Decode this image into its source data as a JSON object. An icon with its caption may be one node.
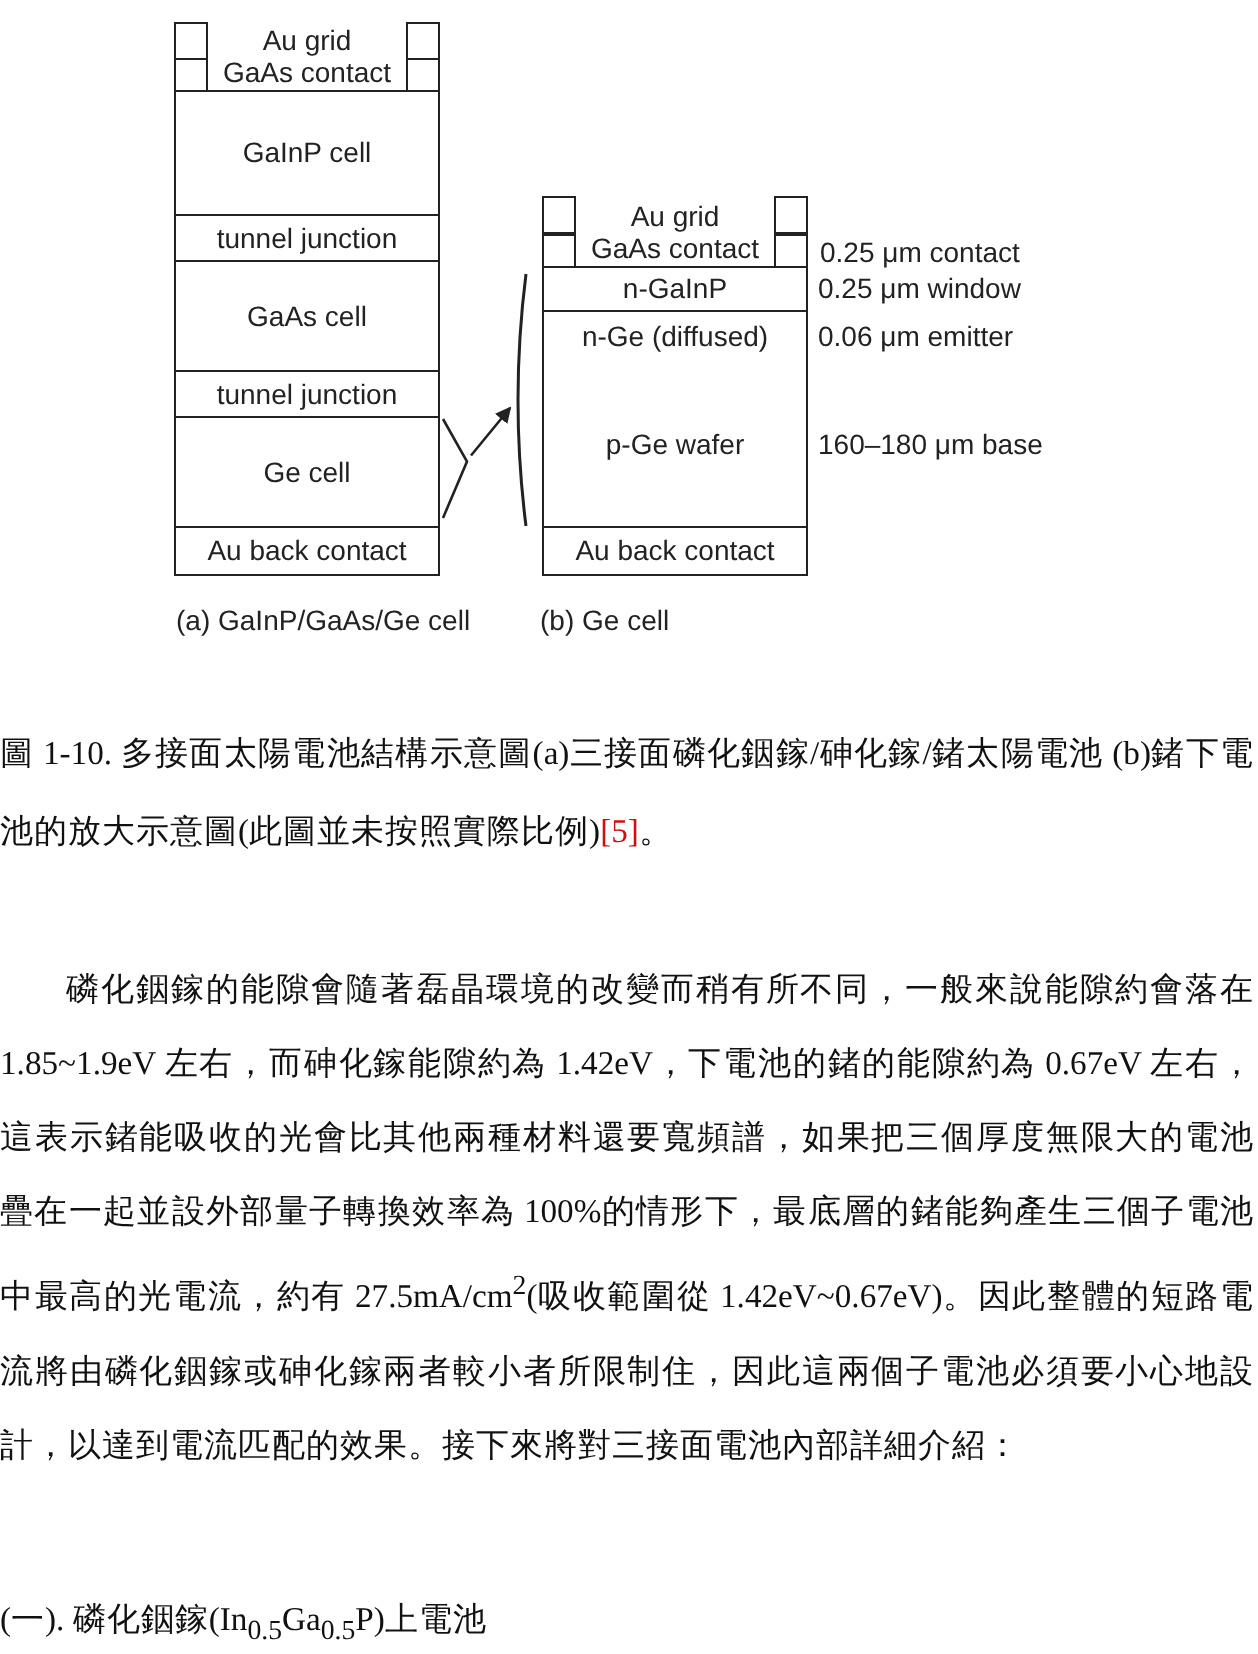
{
  "diagram": {
    "caption": "圖 1-10. 多接面太陽電池結構示意圖(a)三接面磷化銦鎵/砷化鎵/鍺太陽電池 (b)鍺下電池的放大示意圖(此圖並未按照實際比例)[5]。",
    "nodes": [
      {
        "text": [
          "Au grid",
          "GaAs contact"
        ]
      },
      {
        "text": [
          "GaInP cell"
        ]
      },
      {
        "text": [
          "tunnel junction"
        ]
      },
      {
        "text": [
          "GaAs cell"
        ]
      },
      {
        "text": [
          "tunnel junction"
        ]
      },
      {
        "text": [
          "Ge cell"
        ]
      },
      {
        "text": [
          "Au back contact"
        ]
      },
      {
        "text": [
          "Au grid",
          "GaAs contact"
        ],
        "beside": [
          "0.25 μm contact"
        ]
      },
      {
        "text": [
          "n-GaInP"
        ],
        "beside": [
          "0.25 μm window"
        ]
      },
      {
        "text": [
          "n-Ge (diffused)"
        ],
        "beside": [
          "0.06 μm emitter"
        ]
      },
      {
        "text": [
          "p-Ge wafer"
        ],
        "beside": [
          "160–180 μm base"
        ]
      },
      {
        "text": [
          "Au back contact"
        ]
      }
    ],
    "edges": [
      {
        "from": 5,
        "to": 10,
        "arrow": "to"
      }
    ],
    "labels": [
      "(a) GaInP/GaAs/Ge cell",
      "(b) Ge cell",
      "磷化銦鎵的能隙會隨著磊晶環境的改變而稍有所不同，一般來說能隙約會落在 1.85~1.9eV 左右，而砷化鎵能隙約為 1.42eV，下電池的鍺的能隙約為 0.67eV 左右，這表示鍺能吸收的光會比其他兩種材料還要寬頻譜，如果把三個厚度無限大的電池疊在一起並設外部量子轉換效率為 100%的情形下，最底層的鍺能夠產生三個子電池中最高的光電流，約有 27.5mA/cm$^{2}$(吸收範圍從 1.42eV~0.67eV)。因此整體的短路電流將由磷化銦鎵或砷化鎵兩者較小者所限制住，因此這兩個子電池必須要小心地設計，以達到電流匹配的效果。接下來將對三接面電池內部詳細介紹：",
      "(一). 磷化銦鎵(In$_{0.5}$Ga$_{0.5}$P)上電池"
    ]
  }
}
